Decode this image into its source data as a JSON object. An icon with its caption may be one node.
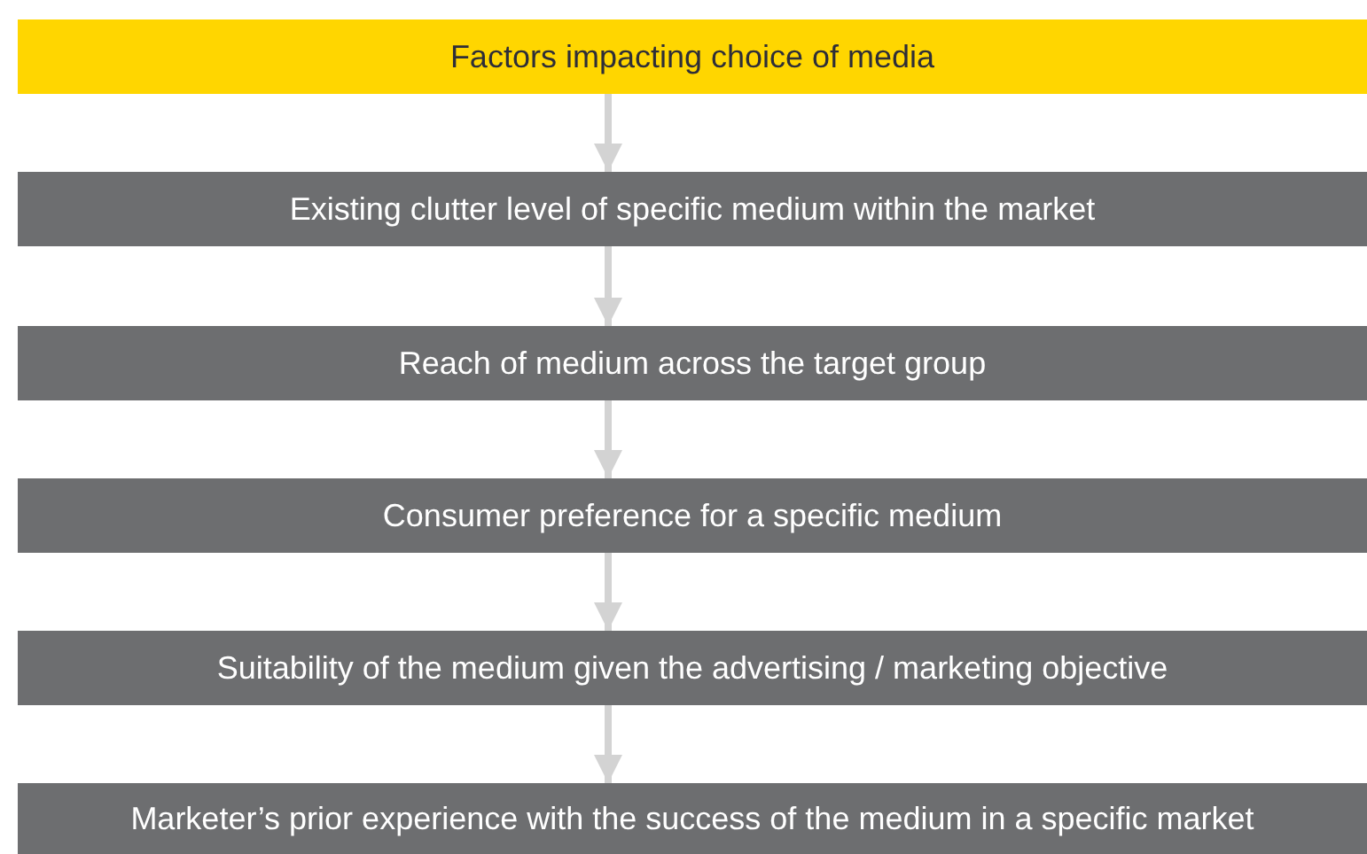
{
  "diagram": {
    "nodes": [
      {
        "text": [
          "Factors impacting choice of media"
        ]
      },
      {
        "text": [
          "Existing clutter level of specific medium within the market"
        ]
      },
      {
        "text": [
          "Reach of medium across the target group"
        ]
      },
      {
        "text": [
          "Consumer preference for a specific medium"
        ]
      },
      {
        "text": [
          "Suitability of the medium given the advertising / marketing objective"
        ]
      },
      {
        "text": [
          "Marketer’s prior experience with the success of the medium in a specific market"
        ]
      }
    ],
    "edges": [
      {
        "from": 0,
        "to": 1,
        "arrow": "to"
      },
      {
        "from": 1,
        "to": 2,
        "arrow": "to"
      },
      {
        "from": 2,
        "to": 3,
        "arrow": "to"
      },
      {
        "from": 3,
        "to": 4,
        "arrow": "to"
      },
      {
        "from": 4,
        "to": 5,
        "arrow": "to"
      }
    ]
  }
}
